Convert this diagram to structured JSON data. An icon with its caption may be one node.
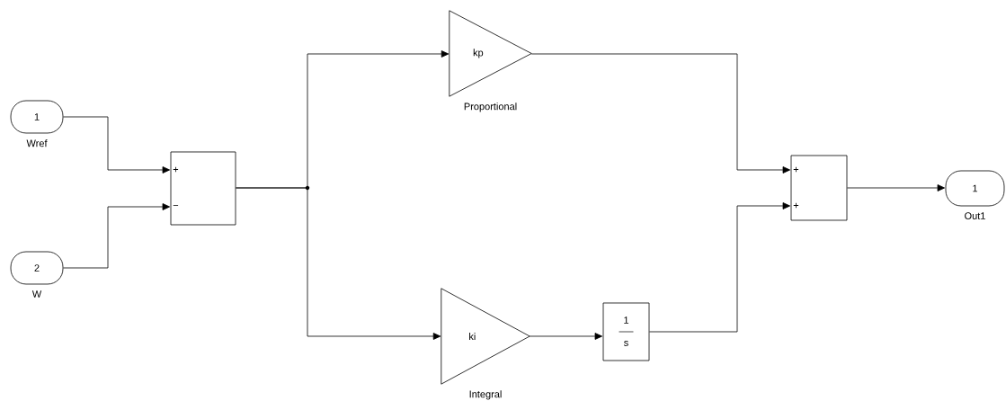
{
  "diagram": {
    "nodes": [
      {
        "text": [
          "1"
        ],
        "beside": [
          "Wref"
        ]
      },
      {
        "text": [
          "2"
        ],
        "beside": [
          "W"
        ]
      },
      {
        "text": [
          "+",
          "−"
        ]
      },
      {
        "text": [
          "kp"
        ],
        "beside": [
          "Proportional"
        ]
      },
      {
        "text": [
          "ki"
        ],
        "beside": [
          "Integral"
        ]
      },
      {
        "text": [
          "1",
          "s"
        ]
      },
      {
        "text": [
          "+",
          "+"
        ]
      },
      {
        "text": [
          "1"
        ],
        "beside": [
          "Out1"
        ]
      }
    ],
    "edges": [
      {
        "from": 0,
        "to": 2,
        "arrow": "to"
      },
      {
        "from": 1,
        "to": 2,
        "arrow": "to"
      },
      {
        "from": 2,
        "to": 3,
        "arrow": "to"
      },
      {
        "from": 2,
        "to": 4,
        "arrow": "to"
      },
      {
        "from": 3,
        "to": 6,
        "arrow": "to"
      },
      {
        "from": 4,
        "to": 5,
        "arrow": "to"
      },
      {
        "from": 5,
        "to": 6,
        "arrow": "to"
      },
      {
        "from": 6,
        "to": 7,
        "arrow": "to"
      }
    ]
  }
}
